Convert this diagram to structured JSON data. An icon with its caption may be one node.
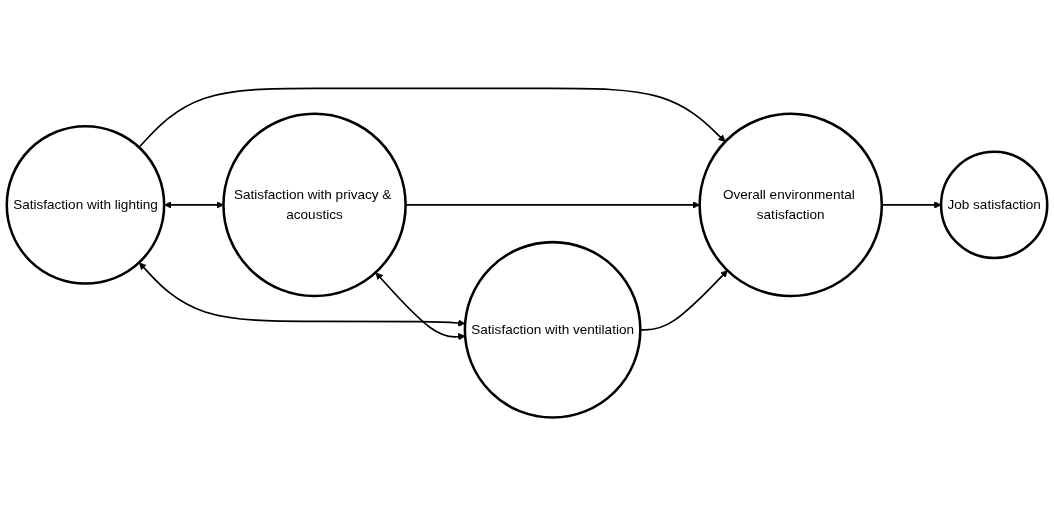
{
  "diagram": {
    "nodes": [
      {
        "text": [
          "Satisfaction with lighting"
        ]
      },
      {
        "text": [
          "Satisfaction with privacy & acoustics"
        ]
      },
      {
        "text": [
          "Satisfaction with ventilation"
        ]
      },
      {
        "text": [
          "Overall environmental satisfaction"
        ]
      },
      {
        "text": [
          "Job satisfaction"
        ]
      }
    ],
    "edges": [
      {
        "from": 0,
        "to": 3,
        "arrow": "to"
      },
      {
        "from": 1,
        "to": 3,
        "arrow": "to"
      },
      {
        "from": 2,
        "to": 3,
        "arrow": "to"
      },
      {
        "from": 3,
        "to": 4,
        "arrow": "to"
      },
      {
        "from": 0,
        "to": 2,
        "arrow": "both"
      },
      {
        "from": 0,
        "to": 1,
        "arrow": "both"
      },
      {
        "from": 1,
        "to": 2,
        "arrow": "both"
      }
    ]
  }
}
